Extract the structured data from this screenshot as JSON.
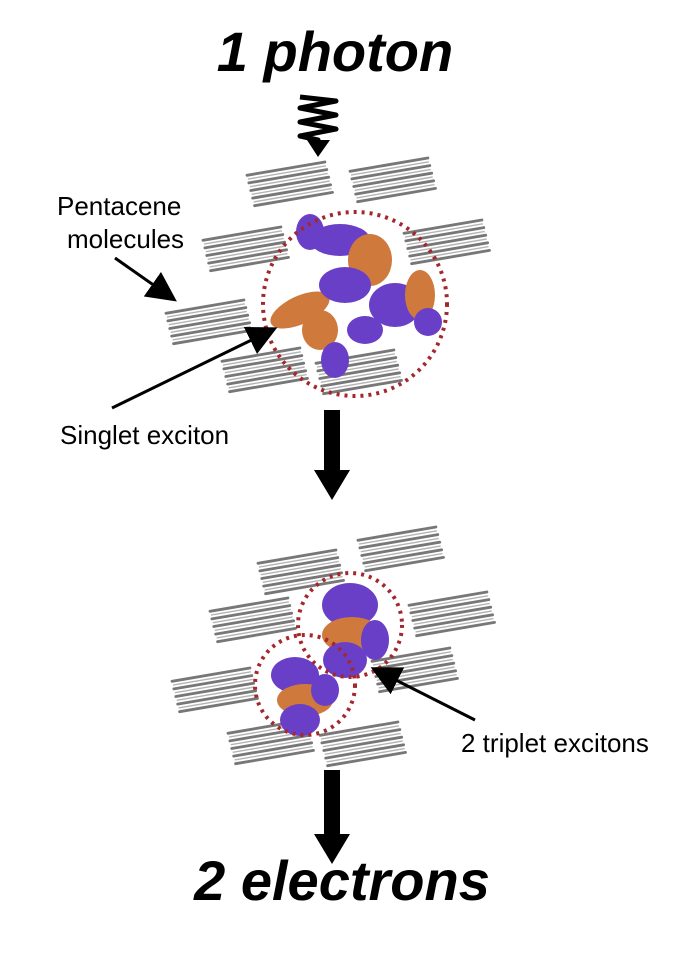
{
  "title_top": "1 photon",
  "title_bottom": "2 electrons",
  "labels": {
    "pentacene_line1": "Pentacene",
    "pentacene_line2": "molecules",
    "singlet": "Singlet exciton",
    "triplet": "2 triplet excitons"
  },
  "colors": {
    "molecule": "#8a8a8a",
    "orbital_orange": "#cf7a3c",
    "orbital_purple": "#6a3fc8",
    "exciton_ring": "#a3282d",
    "arrow": "#000000"
  },
  "icons": [
    "photon-wave-icon",
    "down-arrow-icon"
  ]
}
